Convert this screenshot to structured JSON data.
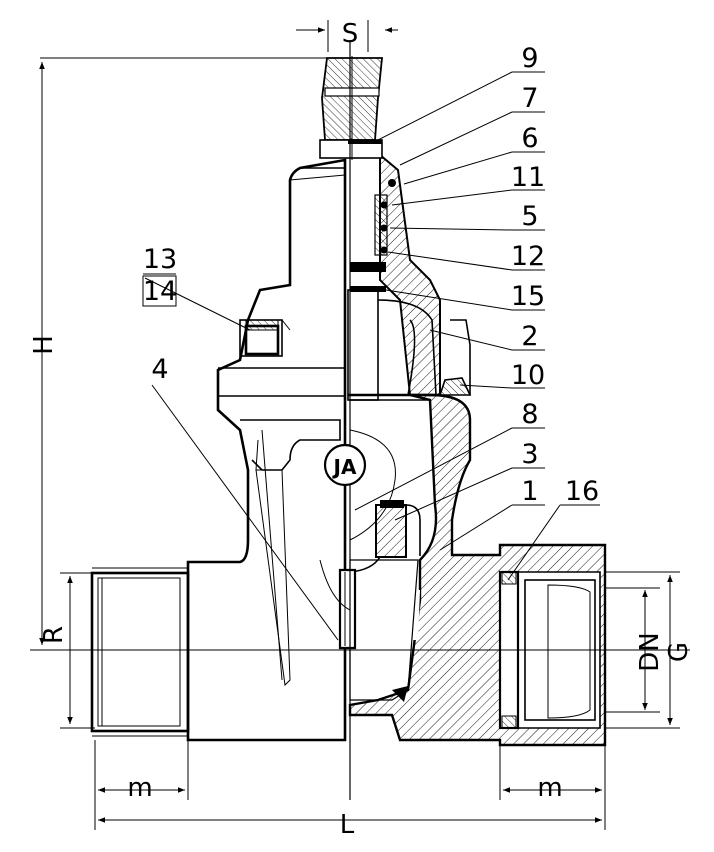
{
  "dimensions": {
    "S": "S",
    "H": "H",
    "R": "R",
    "DN": "DN",
    "G": "G",
    "m_left": "m",
    "m_right": "m",
    "L": "L"
  },
  "logo_text": "JA",
  "part_labels": {
    "p9": "9",
    "p7": "7",
    "p6": "6",
    "p11": "11",
    "p5": "5",
    "p12": "12",
    "p15": "15",
    "p2": "2",
    "p10": "10",
    "p8": "8",
    "p3": "3",
    "p1": "1",
    "p16": "16",
    "p13": "13",
    "p14": "14",
    "p4": "4"
  }
}
